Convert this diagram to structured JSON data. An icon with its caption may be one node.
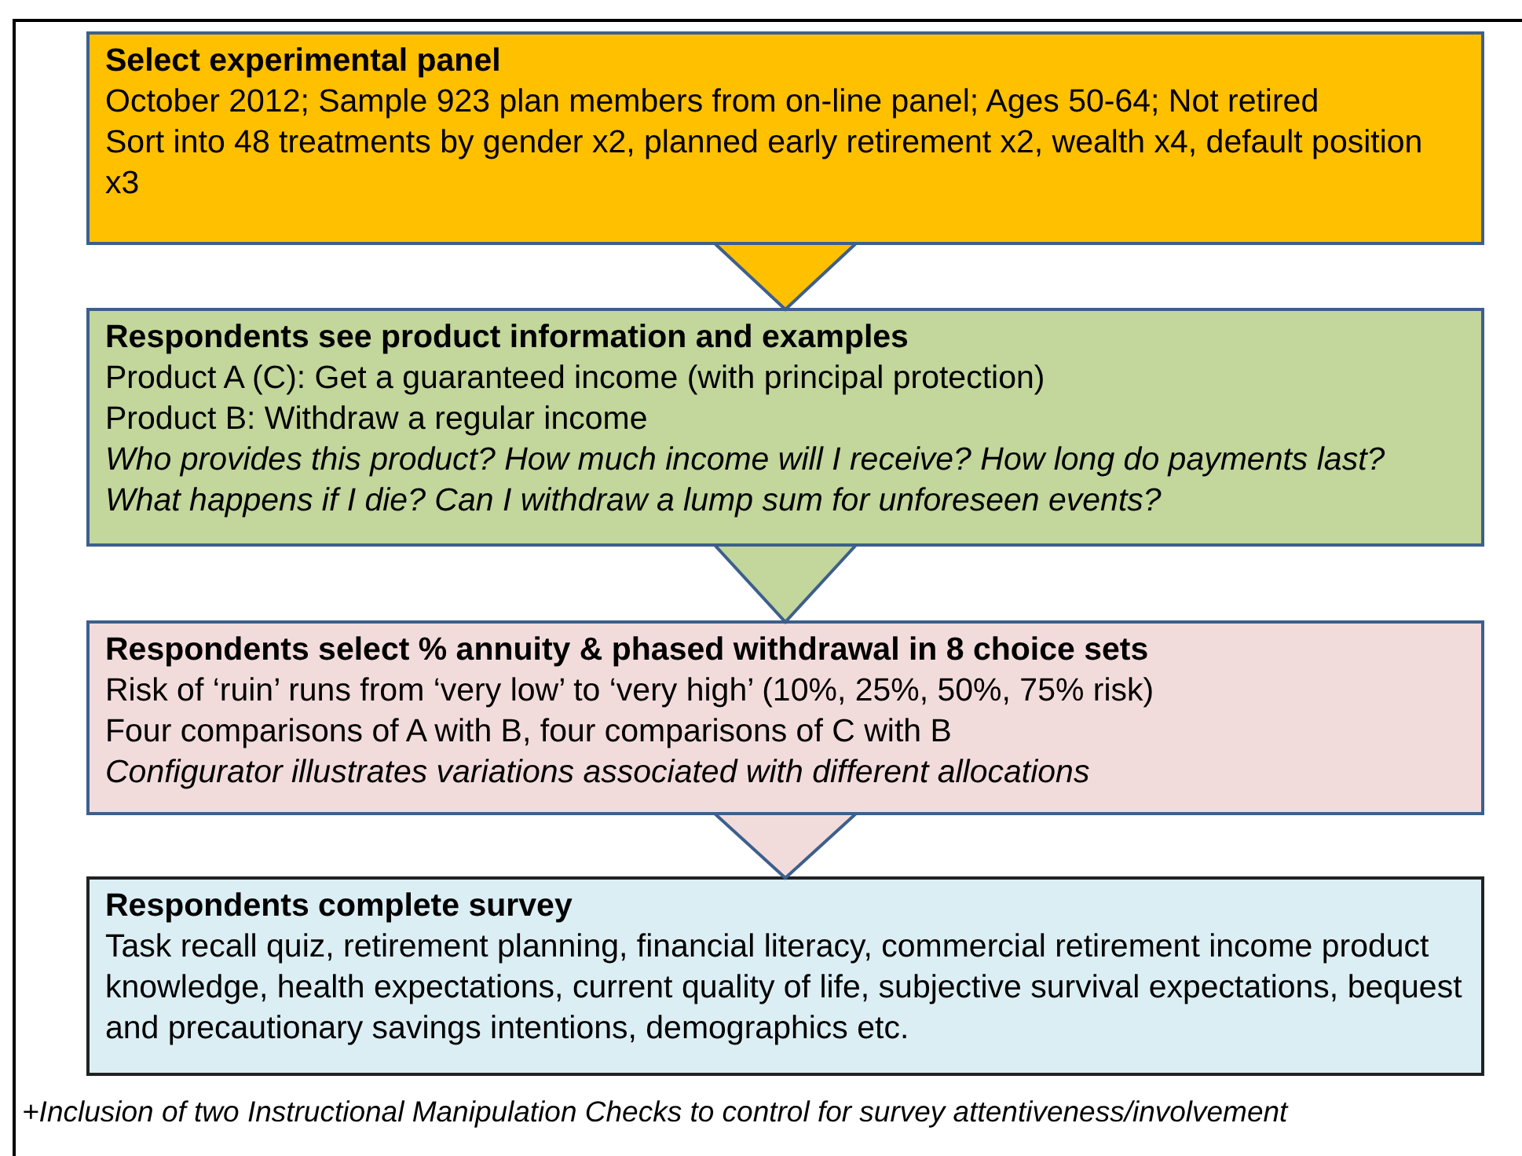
{
  "diagram": {
    "nodes": [
      {
        "text": [
          "Select experimental panel",
          "October 2012; Sample 923 plan members from on-line panel; Ages 50-64; Not retired",
          "Sort into 48 treatments by gender x2, planned early retirement x2,  wealth x4, default position x3"
        ]
      },
      {
        "text": [
          "Respondents see product information and examples",
          "Product A (C): Get a guaranteed income (with principal protection)",
          "Product B: Withdraw a regular income",
          "Who provides this product? How much income will I receive? How long do payments last? What happens if I die? Can I withdraw a lump sum for unforeseen events?"
        ]
      },
      {
        "text": [
          "Respondents select % annuity & phased withdrawal in 8 choice sets",
          "Risk of ‘ruin’ runs from ‘very low’ to ‘very high’ (10%, 25%, 50%, 75% risk)",
          "Four comparisons of A with B, four comparisons of C with B",
          "Configurator illustrates variations associated with different allocations"
        ]
      },
      {
        "text": [
          "Respondents complete survey",
          "Task recall quiz, retirement planning, financial literacy, commercial retirement income product knowledge, health expectations, current quality of life, subjective survival expectations, bequest and precautionary savings intentions, demographics etc."
        ]
      }
    ],
    "edges": [
      {
        "from": 0,
        "to": 1,
        "arrow": "to"
      },
      {
        "from": 1,
        "to": 2,
        "arrow": "to"
      },
      {
        "from": 2,
        "to": 3,
        "arrow": "to"
      }
    ],
    "labels": [
      "+Inclusion of two Instructional Manipulation Checks to control for survey attentiveness/involvement"
    ]
  }
}
